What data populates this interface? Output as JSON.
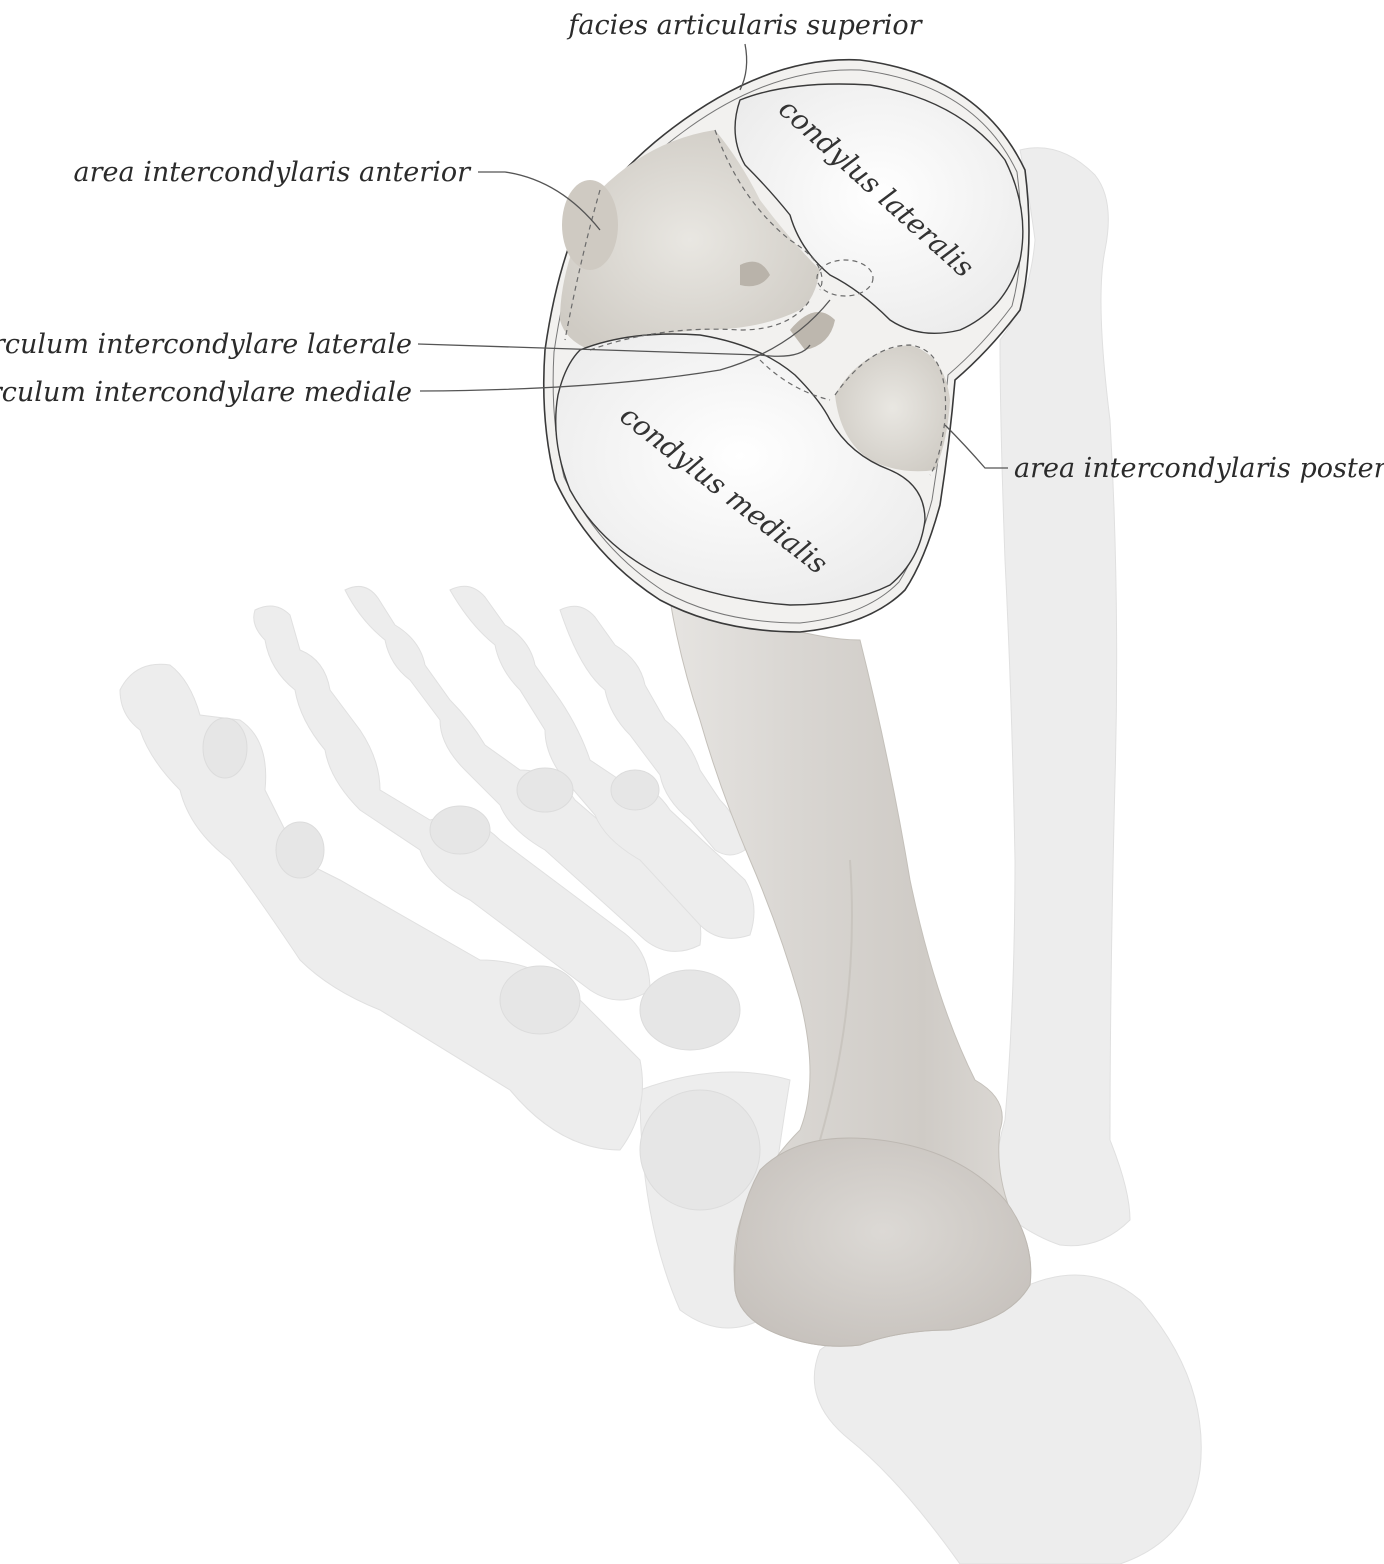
{
  "labels": {
    "facies_articularis_superior": "facies articularis superior",
    "area_intercondylaris_anterior": "area intercondylaris anterior",
    "tuberculum_intercondylare_laterale": "tuberculum intercondylare laterale",
    "tuberculum_intercondylare_mediale": "tuberculum intercondylare mediale",
    "area_intercondylaris_posterior": "area intercondylaris posterior",
    "condylus_lateralis": "condylus lateralis",
    "condylus_medialis": "condylus medialis"
  },
  "colors": {
    "background": "#ffffff",
    "bone": "#d6d3cf",
    "articular_surface": "#f7f7f7",
    "ghost_bones": "#ededed",
    "label_text": "#2b2b2b",
    "leader_lines": "#555555"
  }
}
